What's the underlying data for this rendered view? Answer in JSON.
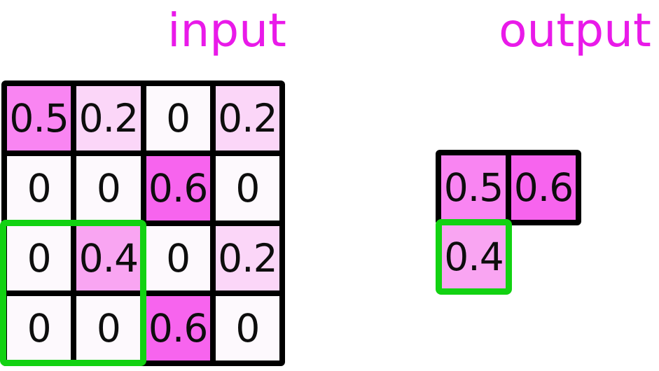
{
  "labels": {
    "input": "input",
    "output": "output"
  },
  "colors": {
    "label_magenta": "#e91ae9",
    "grid_border_black": "#000000",
    "highlight_green": "#12d212",
    "number_text": "#0d0d0d",
    "value_fill": {
      "0": "#fdf9fd",
      "0.2": "#fbd6f8",
      "0.4": "#f9a5f2",
      "0.5": "#f985f2",
      "0.6": "#f764ee"
    }
  },
  "input_grid": {
    "rows": 4,
    "cols": 4,
    "values": [
      [
        "0.5",
        "0.2",
        "0",
        "0.2"
      ],
      [
        "0",
        "0",
        "0.6",
        "0"
      ],
      [
        "0",
        "0.4",
        "0",
        "0.2"
      ],
      [
        "0",
        "0",
        "0.6",
        "0"
      ]
    ],
    "highlight_window": {
      "row_start": 3,
      "col_start": 1,
      "rows": 2,
      "cols": 2
    }
  },
  "output_grid": {
    "black_cells": [
      "0.5",
      "0.6"
    ],
    "green_cell": "0.4"
  }
}
